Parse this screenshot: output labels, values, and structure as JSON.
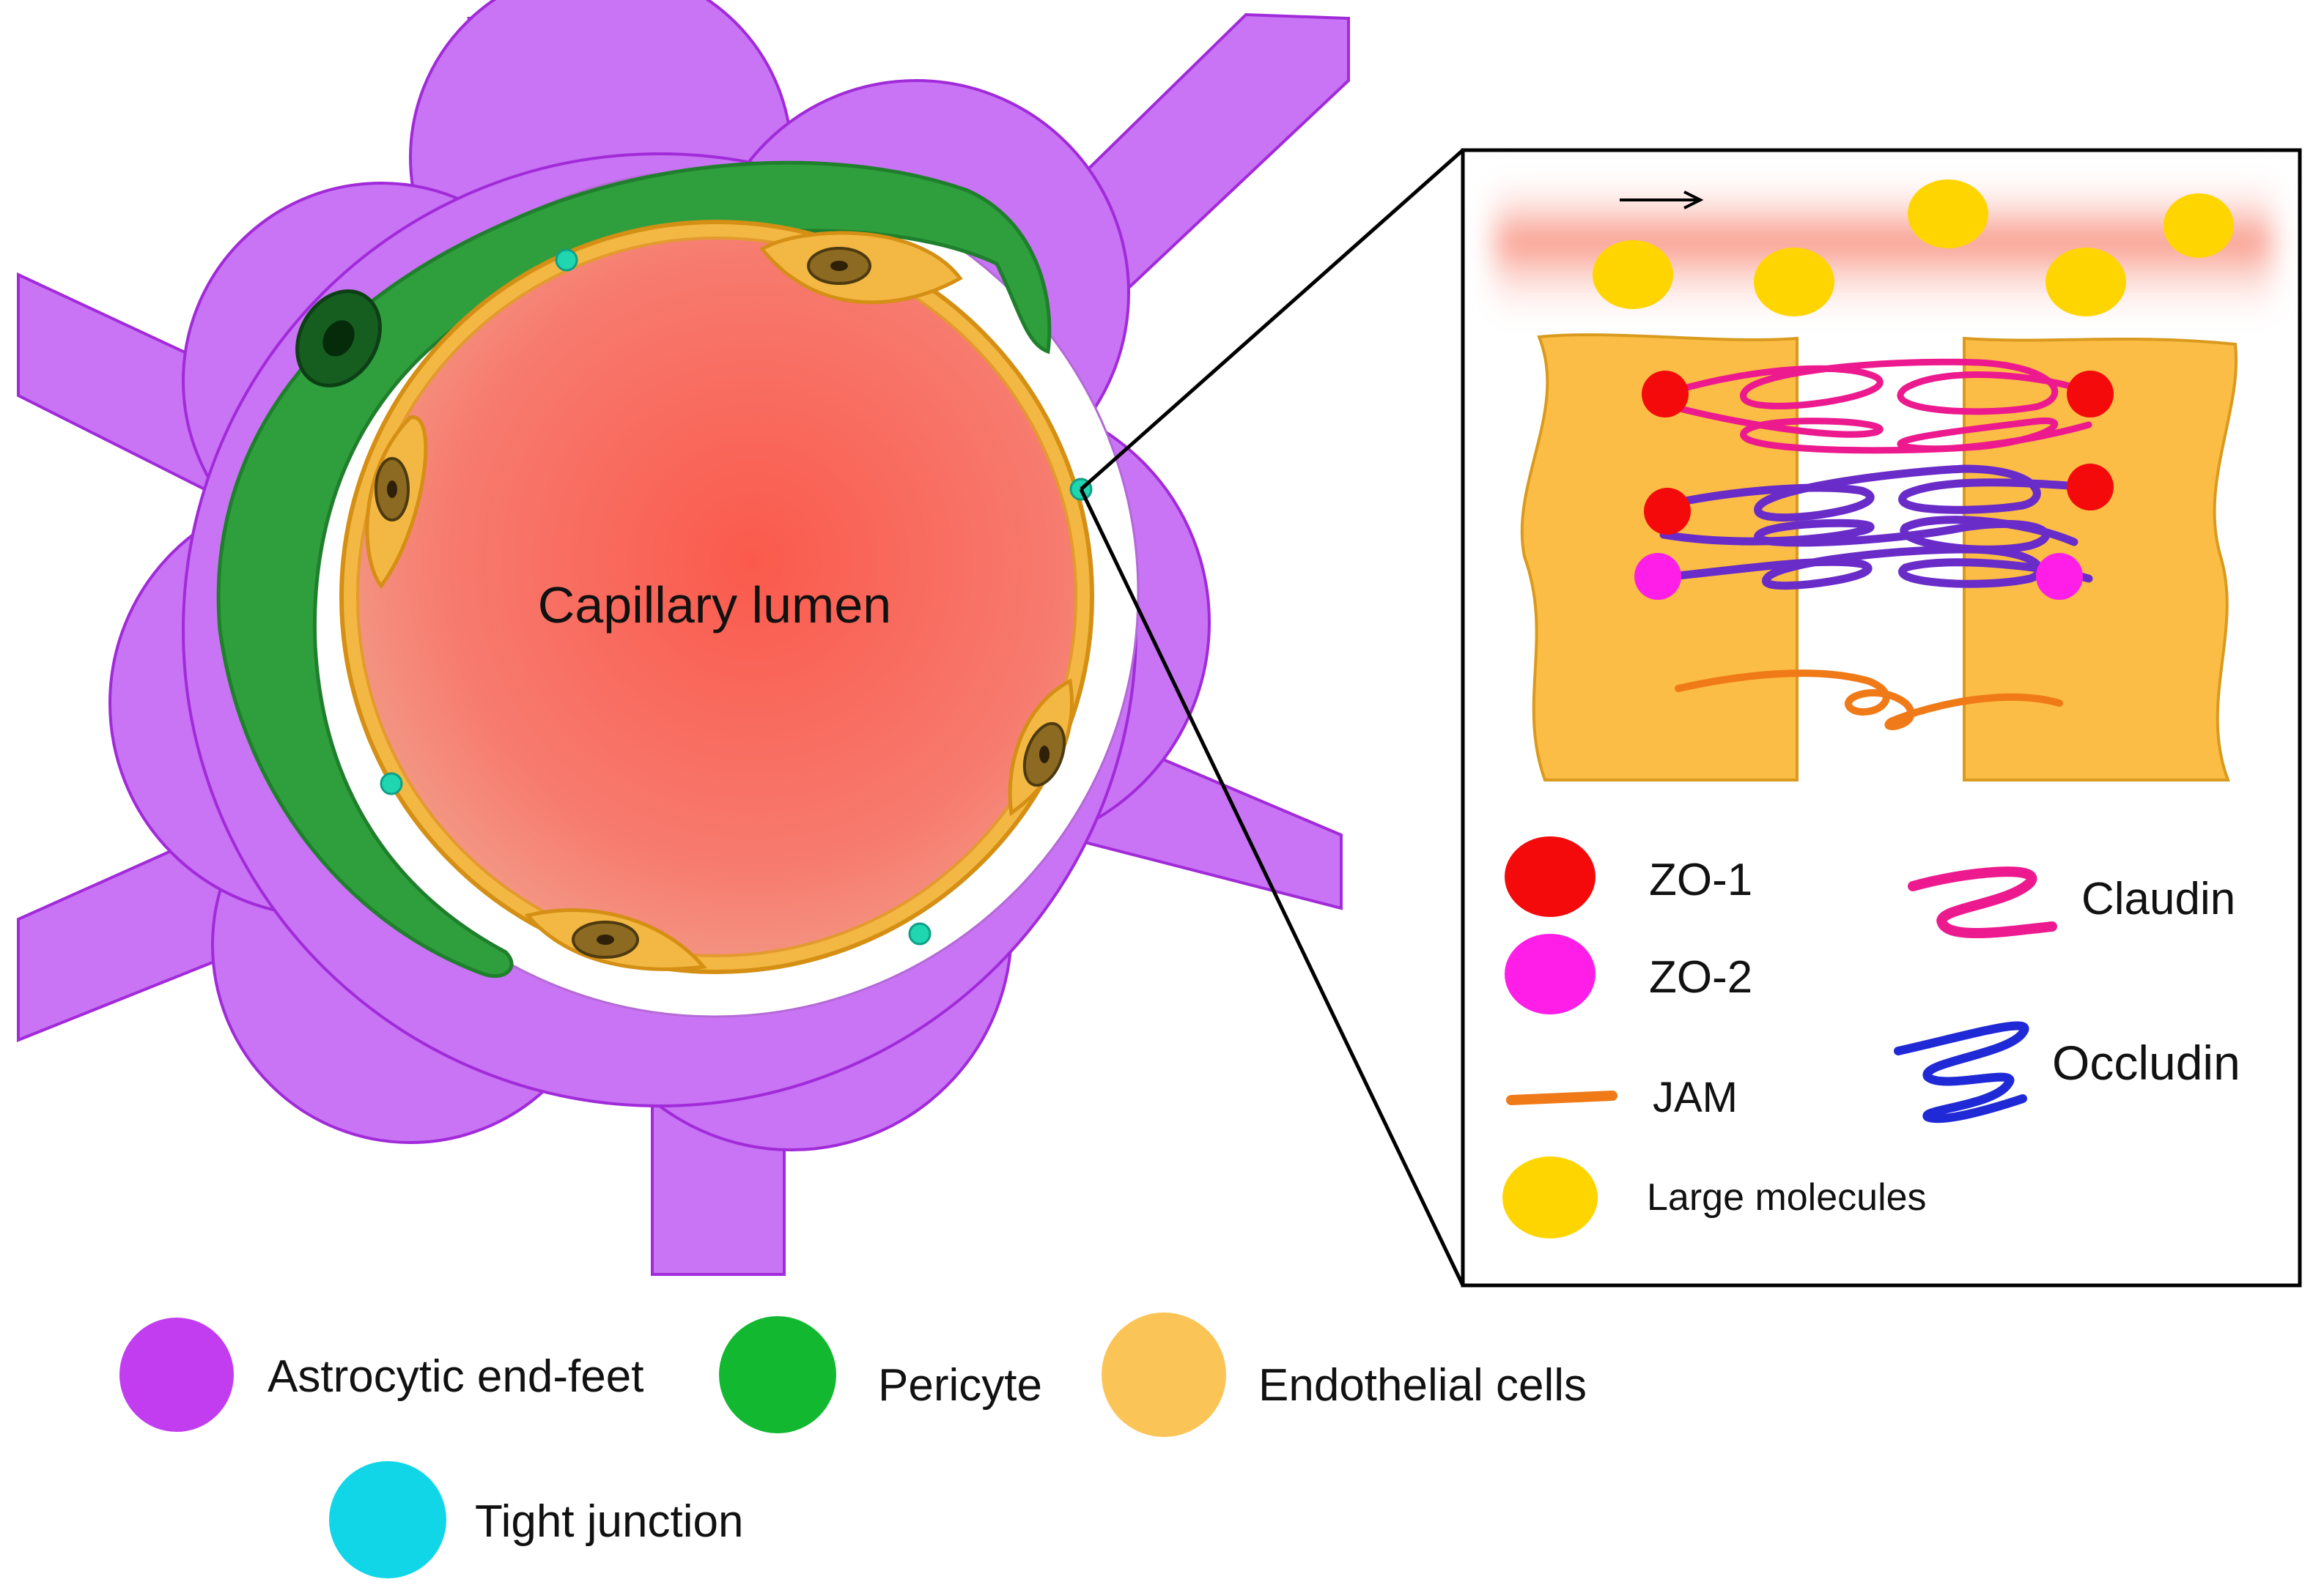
{
  "diagram": {
    "lumen_label": "Capillary lumen",
    "inset": {
      "flow_arrow": "→",
      "key": [
        {
          "label": "ZO-1",
          "color": "#f40a0a",
          "icon": "red-circle"
        },
        {
          "label": "ZO-2",
          "color": "#ff1ee8",
          "icon": "magenta-circle"
        },
        {
          "label": "JAM",
          "color": "#f07a18",
          "icon": "orange-bar"
        },
        {
          "label": "Large molecules",
          "color": "#ffd500",
          "icon": "yellow-circle"
        },
        {
          "label": "Claudin",
          "color": "#ec1a8e",
          "icon": "pink-squiggle"
        },
        {
          "label": "Occludin",
          "color": "#1f2ad6",
          "icon": "blue-squiggle"
        }
      ]
    }
  },
  "legend": [
    {
      "label": "Astrocytic end-feet",
      "color": "#c23cf0"
    },
    {
      "label": "Pericyte",
      "color": "#12b82f"
    },
    {
      "label": "Endothelial cells",
      "color": "#fbc456"
    },
    {
      "label": "Tight junction",
      "color": "#10d6e8"
    }
  ],
  "colors": {
    "astrocyte_fill": "#c874f4",
    "astrocyte_edge": "#a12ad9",
    "pericyte": "#2b9e3a",
    "endothelium": "#f3b843",
    "lumen": "#f86a5e",
    "tight_junction": "#1fd6b0"
  }
}
